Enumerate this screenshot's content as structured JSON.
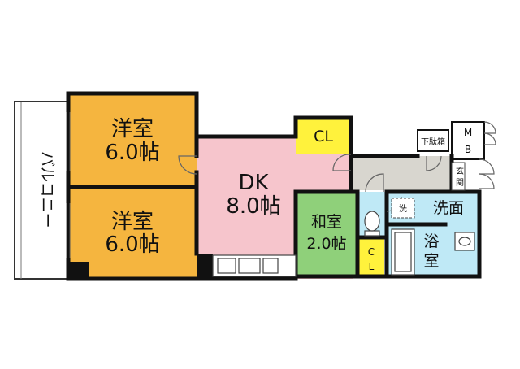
{
  "colors": {
    "western": "#f5b53f",
    "dk": "#f6c5cc",
    "japanese": "#8fd07a",
    "storage": "#fff23c",
    "wet": "#bfe9f6",
    "hall": "#d8d6cf",
    "balcony": "#ffffff",
    "wall": "#111111"
  },
  "rooms": {
    "balcony": "バルコニー",
    "western1_name": "洋室",
    "western1_size": "6.0帖",
    "western2_name": "洋室",
    "western2_size": "6.0帖",
    "dk_name": "DK",
    "dk_size": "8.0帖",
    "japanese_name": "和室",
    "japanese_size": "2.0帖",
    "closet_top": "CL",
    "closet_small_c": "C",
    "closet_small_l": "L",
    "mb_m": "M",
    "mb_b": "B",
    "shoebox": "下駄箱",
    "entrance_1": "玄",
    "entrance_2": "関",
    "washroom": "洗面",
    "washer": "洗",
    "bath_1": "浴",
    "bath_2": "室"
  }
}
